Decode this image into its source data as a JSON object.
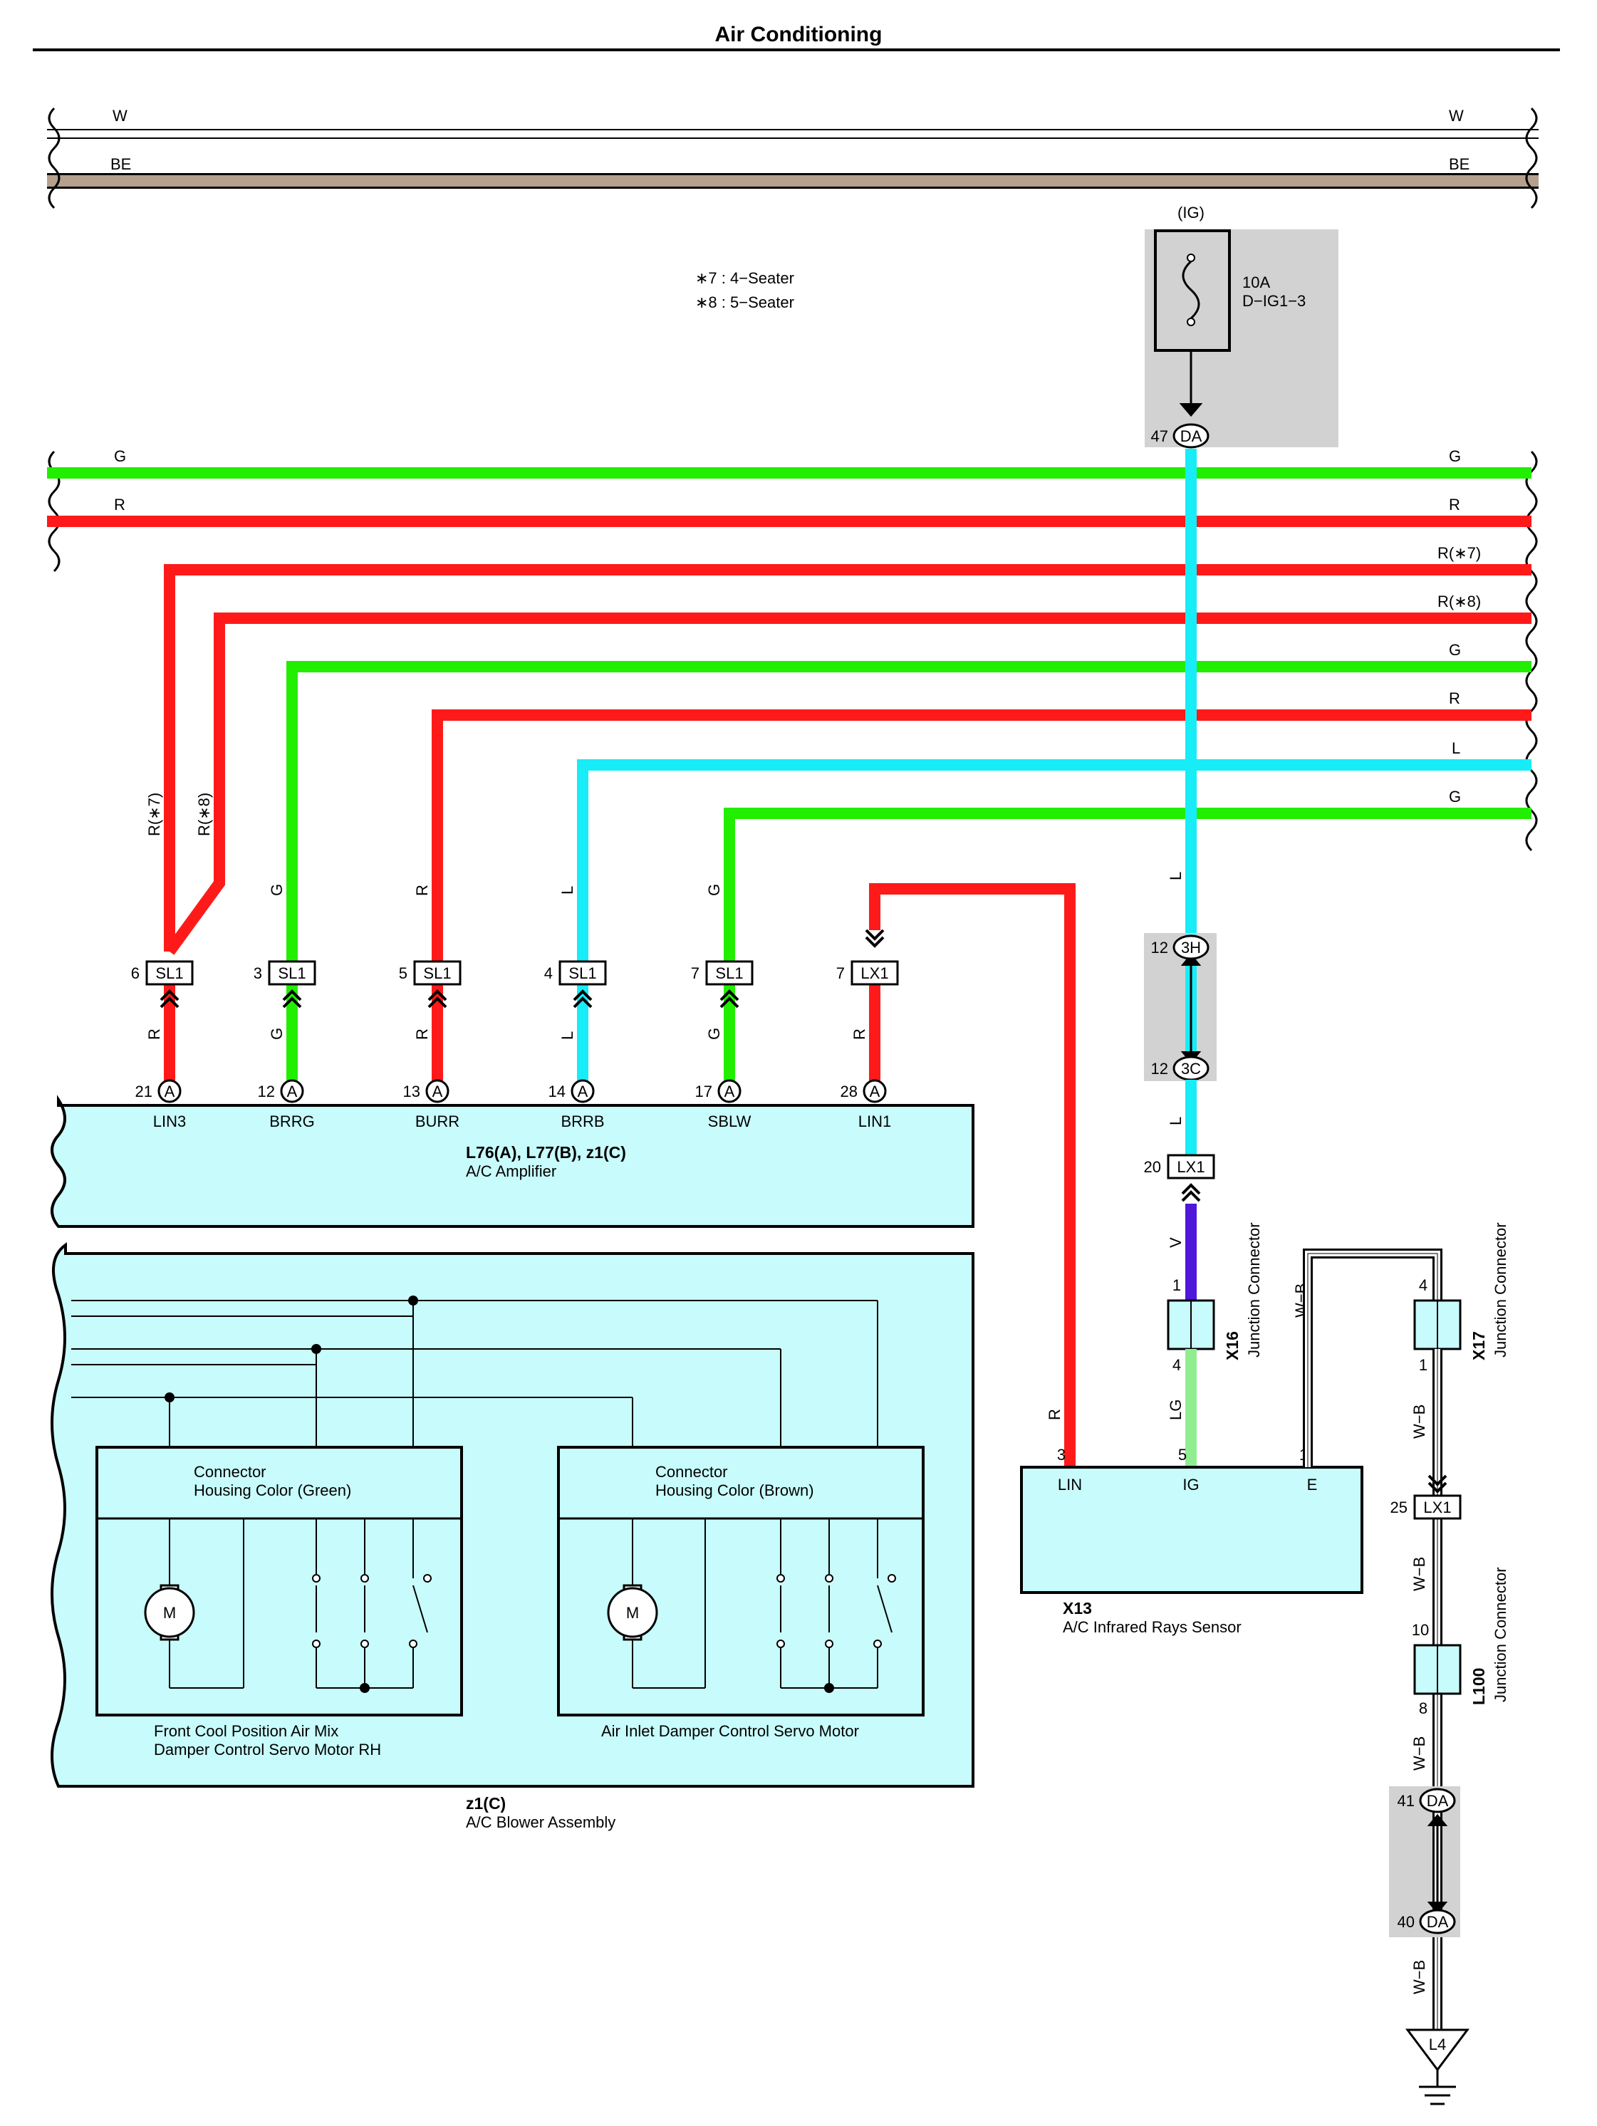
{
  "title": "Air Conditioning",
  "notes": [
    "∗7 : 4−Seater",
    "∗8 : 5−Seater"
  ],
  "colors": {
    "G": "#22ee00",
    "R": "#ff1a1a",
    "L": "#17ecf7",
    "V": "#4f17d9",
    "LG": "#90ee90",
    "BE": "#b5a08e",
    "W": "#ffffff",
    "component_fill": "#c8fbfb",
    "shade": "#d2d2d2"
  },
  "bus": {
    "W": "W",
    "BE": "BE",
    "G": "G",
    "R": "R",
    "R7": "R(∗7)",
    "R8": "R(∗8)",
    "G2": "G",
    "R2": "R",
    "L": "L",
    "G3": "G"
  },
  "fuse": {
    "supply": "(IG)",
    "rating": "10A",
    "name": "D−IG1−3",
    "pin": "47",
    "connector": "DA"
  },
  "inline": {
    "i3H": {
      "pin": "12",
      "code": "3H"
    },
    "i3C": {
      "pin": "12",
      "code": "3C"
    },
    "lx20": {
      "pin": "20",
      "code": "LX1"
    },
    "lx25": {
      "pin": "25",
      "code": "LX1"
    },
    "da41": {
      "pin": "41",
      "code": "DA"
    },
    "da40": {
      "pin": "40",
      "code": "DA"
    }
  },
  "wires": {
    "w1a": "R(∗7)",
    "w1b": "R(∗8)",
    "w2": "G",
    "w3": "R",
    "w4": "L",
    "w5": "G",
    "w6": "R",
    "w1c": "R",
    "w2c": "G",
    "w3c": "R",
    "w4c": "L",
    "w5c": "G",
    "w6c": "R",
    "vL1": "L",
    "vL2": "L",
    "vV": "V",
    "vLG": "LG",
    "x13R": "R",
    "x13WB": "W−B",
    "wb1": "W−B",
    "wb2": "W−B",
    "wb3": "W−B",
    "wb4": "W−B"
  },
  "amp_connectors": [
    {
      "pin": "6",
      "code": "SL1",
      "apin": "21",
      "a": "A",
      "term": "LIN3"
    },
    {
      "pin": "3",
      "code": "SL1",
      "apin": "12",
      "a": "A",
      "term": "BRRG"
    },
    {
      "pin": "5",
      "code": "SL1",
      "apin": "13",
      "a": "A",
      "term": "BURR"
    },
    {
      "pin": "4",
      "code": "SL1",
      "apin": "14",
      "a": "A",
      "term": "BRRB"
    },
    {
      "pin": "7",
      "code": "SL1",
      "apin": "17",
      "a": "A",
      "term": "SBLW"
    },
    {
      "pin": "7",
      "code": "LX1",
      "apin": "28",
      "a": "A",
      "term": "LIN1"
    }
  ],
  "amplifier": {
    "id": "L76(A), L77(B), z1(C)",
    "name": "A/C Amplifier"
  },
  "blower": {
    "id": "z1(C)",
    "name": "A/C Blower Assembly"
  },
  "motor1": {
    "housing1": "Connector",
    "housing2": "Housing Color (Green)",
    "name1": "Front Cool Position Air Mix",
    "name2": "Damper Control Servo Motor RH",
    "m": "M"
  },
  "motor2": {
    "housing1": "Connector",
    "housing2": "Housing Color (Brown)",
    "name1": "Air Inlet Damper Control Servo Motor",
    "m": "M"
  },
  "sensor": {
    "id": "X13",
    "name": "A/C Infrared Rays Sensor",
    "pin_lin": "3",
    "pin_ig": "5",
    "pin_e": "1",
    "lin": "LIN",
    "ig": "IG",
    "e": "E"
  },
  "jc_x16": {
    "id": "X16",
    "label": "Junction Connector",
    "pin_top": "1",
    "pin_bottom": "4"
  },
  "jc_x17": {
    "id": "X17",
    "label": "Junction Connector",
    "pin_top": "4",
    "pin_bottom": "1"
  },
  "jc_l100": {
    "id": "L100",
    "label": "Junction Connector",
    "pin_top": "10",
    "pin_bottom": "8"
  },
  "ground": {
    "id": "L4"
  }
}
